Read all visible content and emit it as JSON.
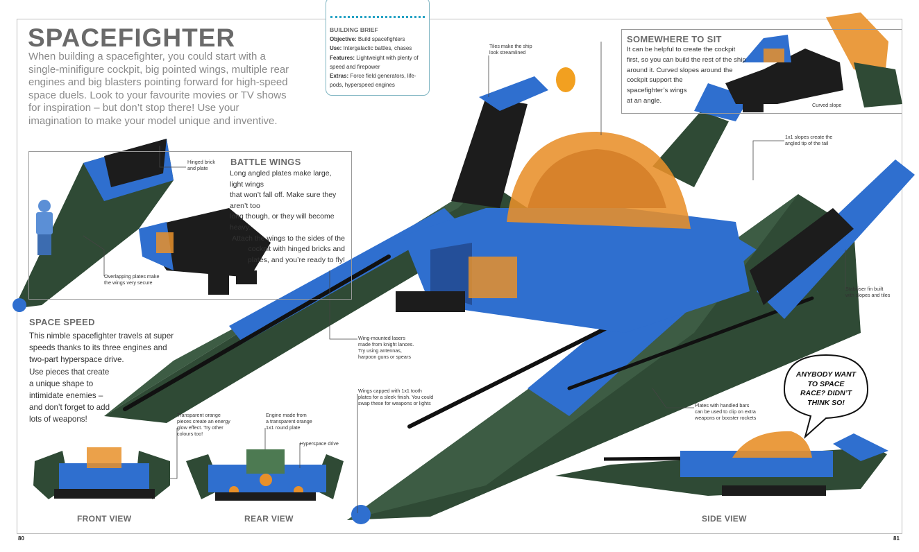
{
  "page": {
    "title": "SPACEFIGHTER",
    "intro": "When building a spacefighter, you could start with a single-minifigure cockpit, big pointed wings, multiple rear engines and big blasters pointing forward for high-speed space duels. Look to your favourite movies or TV shows for inspiration – but don’t stop there! Use your imagination to make your model unique and inventive.",
    "page_left": "80",
    "page_right": "81"
  },
  "brief": {
    "title": "BUILDING BRIEF",
    "objective_label": "Objective:",
    "objective": "Build spacefighters",
    "use_label": "Use:",
    "use": "Intergalactic battles, chases",
    "features_label": "Features:",
    "features": "Lightweight with plenty of speed and firepower",
    "extras_label": "Extras:",
    "extras": "Force field generators, life-pods, hyperspeed engines"
  },
  "battle_wings": {
    "heading": "BATTLE WINGS",
    "lines": [
      "Long angled plates make large, light wings",
      "that won’t fall off. Make sure they aren’t too",
      "long though, or they will become heavy.",
      "Attach the wings to the sides of the",
      "cockpit with hinged bricks and",
      "plates, and you’re ready to fly!"
    ]
  },
  "space_speed": {
    "heading": "SPACE SPEED",
    "lines": [
      "This nimble spacefighter travels at super",
      "speeds thanks to its three engines and",
      "two-part hyperspace drive.",
      "Use pieces that create",
      "a unique shape to",
      "intimidate enemies –",
      "and don’t forget to add",
      "lots of weapons!"
    ]
  },
  "somewhere_to_sit": {
    "heading": "SOMEWHERE TO SIT",
    "lines": [
      "It can be helpful to create the cockpit",
      "first, so you can build the rest of the ship",
      "around it. Curved slopes around the",
      "cockpit support the",
      "spacefighter’s wings",
      "at an angle."
    ],
    "curved_slope": "Curved slope"
  },
  "callouts": {
    "hinged": [
      "Hinged brick",
      "and plate"
    ],
    "overlapping": [
      "Overlapping plates make",
      "the wings very secure"
    ],
    "tiles": [
      "Tiles make the ship",
      "look streamlined"
    ],
    "slopes_tail": [
      "1x1 slopes create the",
      "angled tip of the tail"
    ],
    "stabiliser": [
      "Stabiliser fin built",
      "with slopes and tiles"
    ],
    "lasers": [
      "Wing-mounted lasers",
      "made from knight lances.",
      "Try using antennas,",
      "harpoon guns or spears"
    ],
    "capped": [
      "Wings capped with 1x1 tooth",
      "plates for a sleek finish. You could",
      "swap these for weapons or lights"
    ],
    "handled": [
      "Plates with handled bars",
      "can be used to clip on extra",
      "weapons or booster rockets"
    ],
    "transparent": [
      "Transparent orange",
      "pieces create an energy",
      "glow effect. Try other",
      "colours too!"
    ],
    "engine": [
      "Engine made from",
      "a transparent orange",
      "1x1 round plate"
    ],
    "hyperspace": [
      "Hyperspace drive"
    ]
  },
  "bubble": {
    "lines": [
      "ANYBODY WANT",
      "TO SPACE",
      "RACE? DIDN’T",
      "THINK SO!"
    ]
  },
  "views": {
    "front": "FRONT VIEW",
    "rear": "REAR VIEW",
    "side": "SIDE VIEW"
  },
  "colors": {
    "blue": "#2f6fcf",
    "dark_green": "#2f4a35",
    "black": "#1c1c1c",
    "trans_orange": "#e8902a",
    "heading_grey": "#6a6a6a",
    "brief_border": "#27a3c4"
  }
}
